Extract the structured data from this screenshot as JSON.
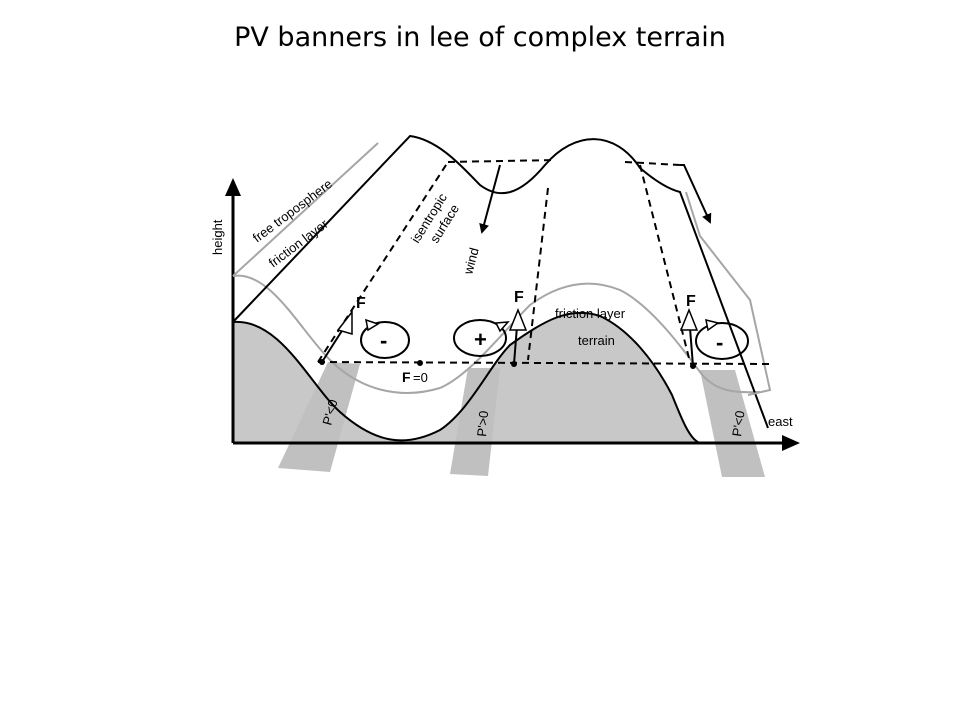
{
  "title": "PV banners in lee of complex terrain",
  "labels": {
    "height": "height",
    "east": "east",
    "free_troposphere": "free troposphere",
    "friction_layer_upper": "friction layer",
    "isentropic_surface_line1": "isentropic",
    "isentropic_surface_line2": "surface",
    "wind": "wind",
    "friction_layer_right": "friction layer",
    "terrain": "terrain",
    "force_symbol": "F",
    "force_zero_symbol": "F",
    "force_zero_value": "=0",
    "sign_minus": "-",
    "sign_plus": "+",
    "banner_left": "P'<0",
    "banner_middle": "P'>0",
    "banner_right": "P'<0"
  },
  "colors": {
    "terrain_fill": "#c8c8c8",
    "banner_fill": "#c0c0c0",
    "friction_line": "#a6a6a6",
    "ink": "#000000"
  }
}
